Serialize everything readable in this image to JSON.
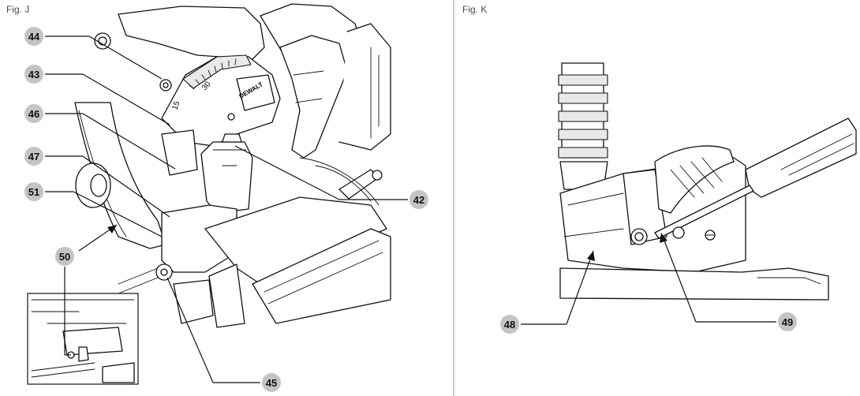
{
  "figures": [
    {
      "id": "J",
      "title": "Fig. J",
      "callouts": [
        "44",
        "43",
        "46",
        "47",
        "51",
        "50",
        "42",
        "45"
      ]
    },
    {
      "id": "K",
      "title": "Fig. K",
      "callouts": [
        "48",
        "49"
      ]
    }
  ],
  "scale_labels": [
    "15",
    "30"
  ],
  "brand_text": "DEWALT",
  "colors": {
    "callout_fill": "#c4c4c4",
    "line": "#111111",
    "background": "#ffffff",
    "divider": "#999999"
  }
}
